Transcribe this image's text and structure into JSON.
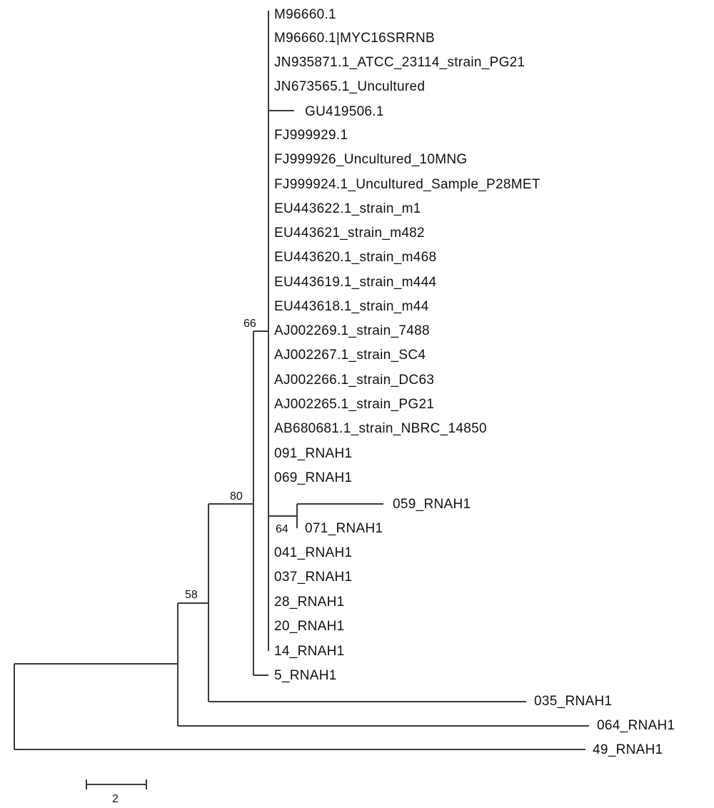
{
  "tree": {
    "leaves": [
      "M96660.1",
      "M96660.1|MYC16SRRNB",
      "JN935871.1_ATCC_23114_strain_PG21",
      "JN673565.1_Uncultured",
      "GU419506.1",
      "FJ999929.1",
      "FJ999926_Uncultured_10MNG",
      "FJ999924.1_Uncultured_Sample_P28MET",
      "EU443622.1_strain_m1",
      "EU443621_strain_m482",
      "EU443620.1_strain_m468",
      "EU443619.1_strain_m444",
      "EU443618.1_strain_m44",
      "AJ002269.1_strain_7488",
      "AJ002267.1_strain_SC4",
      "AJ002266.1_strain_DC63",
      "AJ002265.1_strain_PG21",
      "AB680681.1_strain_NBRC_14850",
      "091_RNAH1",
      "069_RNAH1",
      "059_RNAH1",
      "071_RNAH1",
      "041_RNAH1",
      "037_RNAH1",
      "28_RNAH1",
      "20_RNAH1",
      "14_RNAH1",
      "5_RNAH1",
      "035_RNAH1",
      "064_RNAH1",
      "49_RNAH1"
    ],
    "bootstrap": {
      "node_a": "66",
      "node_b": "80",
      "node_c": "58",
      "node_d": "64"
    },
    "scale_bar_label": "2"
  }
}
